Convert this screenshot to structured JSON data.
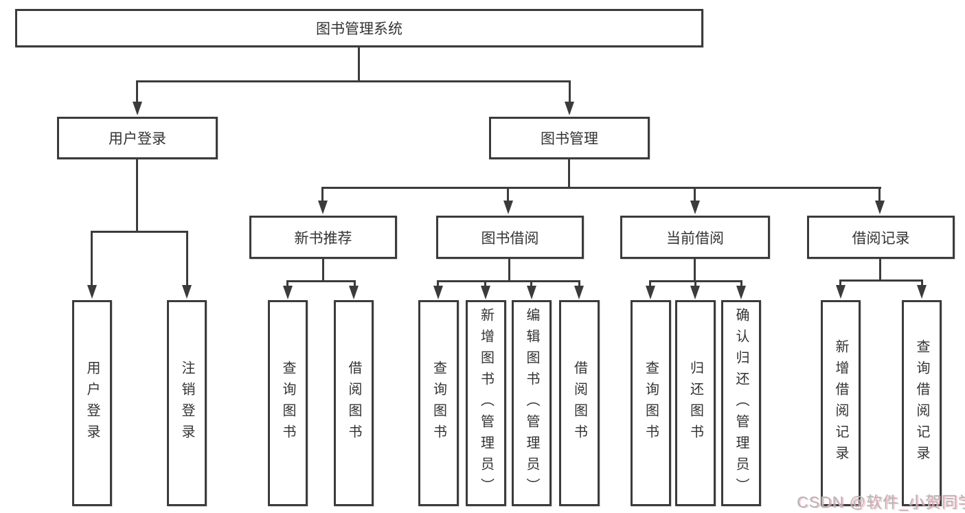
{
  "diagram": {
    "root": {
      "label": "图书管理系统"
    },
    "branches": [
      {
        "label": "用户登录",
        "children": [
          {
            "label": "用户登录"
          },
          {
            "label": "注销登录"
          }
        ]
      },
      {
        "label": "图书管理",
        "children": [
          {
            "label": "新书推荐",
            "children": [
              {
                "label": "查询图书"
              },
              {
                "label": "借阅图书"
              }
            ]
          },
          {
            "label": "图书借阅",
            "children": [
              {
                "label": "查询图书"
              },
              {
                "label": "新增图书（管理员）"
              },
              {
                "label": "编辑图书（管理员）"
              },
              {
                "label": "借阅图书"
              }
            ]
          },
          {
            "label": "当前借阅",
            "children": [
              {
                "label": "查询图书"
              },
              {
                "label": "归还图书"
              },
              {
                "label": "确认归还（管理员）"
              }
            ]
          },
          {
            "label": "借阅记录",
            "children": [
              {
                "label": "新增借阅记录"
              },
              {
                "label": "查询借阅记录"
              }
            ]
          }
        ]
      }
    ]
  },
  "watermark": {
    "text": "CSDN @软件_小贺同学"
  },
  "colors": {
    "line": "#3b3b3b",
    "text": "#333333",
    "background": "#ffffff",
    "watermark": "#b5b5b5",
    "watermark_shadow": "#f4a0b2"
  }
}
